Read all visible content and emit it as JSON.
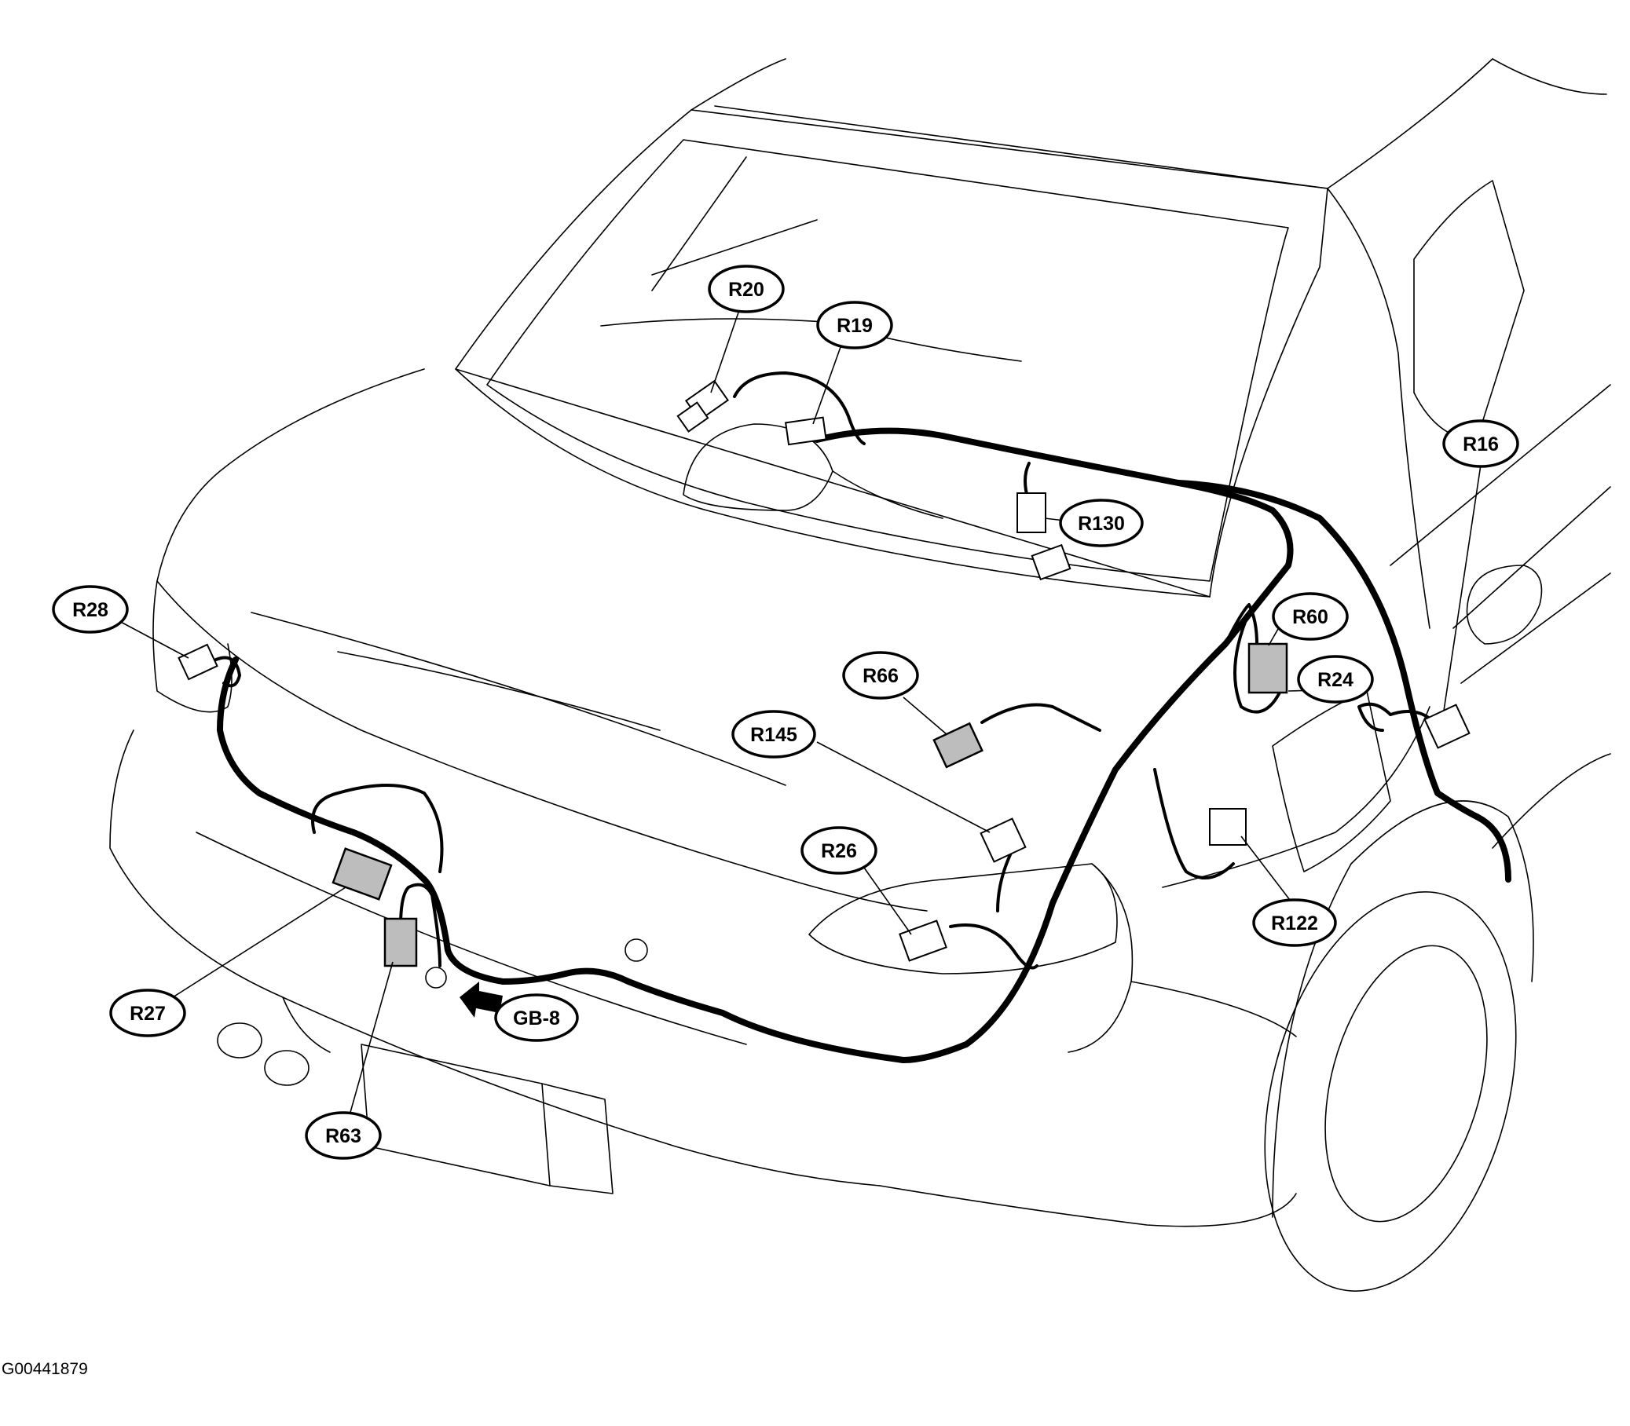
{
  "figure_code": "G00441879",
  "callouts": [
    {
      "id": "r20",
      "label": "R20"
    },
    {
      "id": "r19",
      "label": "R19"
    },
    {
      "id": "r130",
      "label": "R130"
    },
    {
      "id": "r16",
      "label": "R16"
    },
    {
      "id": "r28",
      "label": "R28"
    },
    {
      "id": "r60",
      "label": "R60"
    },
    {
      "id": "r66",
      "label": "R66"
    },
    {
      "id": "r24",
      "label": "R24"
    },
    {
      "id": "r145",
      "label": "R145"
    },
    {
      "id": "r26",
      "label": "R26"
    },
    {
      "id": "r122",
      "label": "R122"
    },
    {
      "id": "r27",
      "label": "R27"
    },
    {
      "id": "gb8",
      "label": "GB-8"
    },
    {
      "id": "r63",
      "label": "R63"
    }
  ]
}
